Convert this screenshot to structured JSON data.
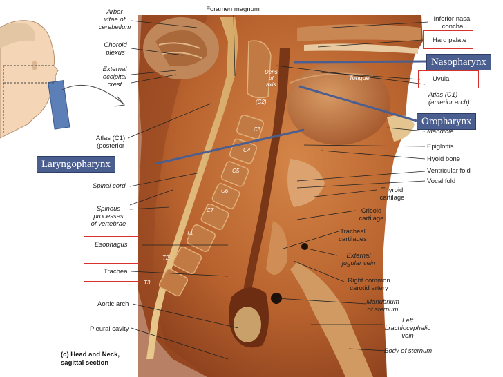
{
  "labels_left": [
    {
      "id": "arbor",
      "text": "Arbor\nvitae of\ncerebellum"
    },
    {
      "id": "choroid",
      "text": "Choroid\nplexus"
    },
    {
      "id": "external-occipital",
      "text": "External\noccipital\ncrest"
    },
    {
      "id": "atlas-posterior",
      "text": "Atlas (C1)\n(posterior"
    },
    {
      "id": "spinal-cord",
      "text": "Spinal cord"
    },
    {
      "id": "spinous",
      "text": "Spinous\nprocesses\nof vertebrae"
    },
    {
      "id": "esophagus",
      "text": "Esophagus"
    },
    {
      "id": "trachea",
      "text": "Trachea"
    },
    {
      "id": "aortic-arch",
      "text": "Aortic arch"
    },
    {
      "id": "pleural-cavity",
      "text": "Pleural cavity"
    }
  ],
  "labels_right": [
    {
      "id": "inferior-nasal",
      "text": "Inferior nasal\nconcha"
    },
    {
      "id": "hard-palate",
      "text": "Hard palate"
    },
    {
      "id": "uvula",
      "text": "Uvula"
    },
    {
      "id": "atlas-anterior",
      "text": "Atlas (C1)\n(anterior arch)"
    },
    {
      "id": "mandible",
      "text": "Mandible"
    },
    {
      "id": "epiglottis",
      "text": "Epiglottis"
    },
    {
      "id": "hyoid",
      "text": "Hyoid bone"
    },
    {
      "id": "ventricular-fold",
      "text": "Ventricular fold"
    },
    {
      "id": "vocal-fold",
      "text": "Vocal fold"
    },
    {
      "id": "thyroid",
      "text": "Thyroid\ncartilage"
    },
    {
      "id": "cricoid",
      "text": "Cricoid\ncartilage"
    },
    {
      "id": "tracheal-cartilages",
      "text": "Tracheal\ncartilages"
    },
    {
      "id": "external-jugular",
      "text": "External\njugular vein"
    },
    {
      "id": "right-common-carotid",
      "text": "Right common\ncarotid artery"
    },
    {
      "id": "manubrium",
      "text": "Manubrium\nof sternum"
    },
    {
      "id": "left-brachiocephalic",
      "text": "Left\nbrachiocephalic\nvein"
    },
    {
      "id": "body-sternum",
      "text": "Body of sternum"
    }
  ],
  "top_label": "Foramen magnum",
  "callouts": {
    "nasopharynx": "Nasopharynx",
    "oropharynx": "Oropharynx",
    "laryngopharynx": "Laryngopharynx"
  },
  "vertebrae": [
    "Dens\nof\naxis",
    "(C2)",
    "C3",
    "C4",
    "C5",
    "C6",
    "C7",
    "T1",
    "T2",
    "T3"
  ],
  "tongue": "Tongue",
  "caption": "(c) Head and Neck,\nsagittal section",
  "colors": {
    "callout_bg": "#4a5e8f",
    "highlight_box": "#d9302c",
    "tissue": "#b8622e"
  }
}
